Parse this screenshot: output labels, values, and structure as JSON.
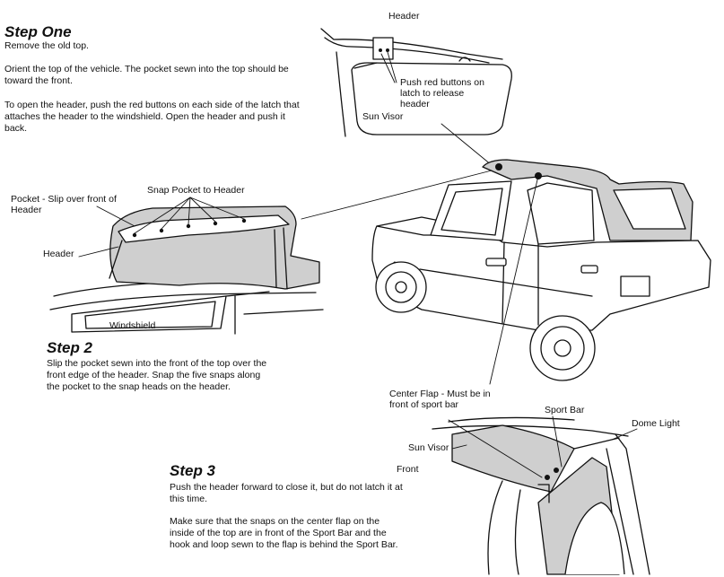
{
  "step1": {
    "title": "Step One",
    "line1": "Remove the old top.",
    "line2": "Orient the top of the vehicle. The pocket sewn into the top should be toward the front.",
    "line3": "To open the header, push the red buttons on each side of the latch that attaches the header to the windshield. Open the header and push it back."
  },
  "step2": {
    "title": "Step 2",
    "text": "Slip the pocket sewn into the front of the top over the front edge of the header. Snap the five snaps along the pocket to the snap heads on the header."
  },
  "step3": {
    "title": "Step 3",
    "line1": "Push the header forward to close it, but do not latch it at this time.",
    "line2": "Make sure that the snaps on the center flap on the inside of the top are in front of the Sport Bar and the hook and loop sewn to the flap is behind the Sport Bar."
  },
  "labels": {
    "header_top": "Header",
    "push_red": "Push red buttons on latch to release header",
    "sun_visor_1": "Sun Visor",
    "snap_pocket": "Snap Pocket to Header",
    "pocket_slip": "Pocket - Slip over front of Header",
    "header_left": "Header",
    "windshield": "Windshield",
    "center_flap": "Center Flap - Must be in front of sport bar",
    "sport_bar": "Sport Bar",
    "dome_light": "Dome Light",
    "sun_visor_2": "Sun Visor",
    "front": "Front"
  }
}
